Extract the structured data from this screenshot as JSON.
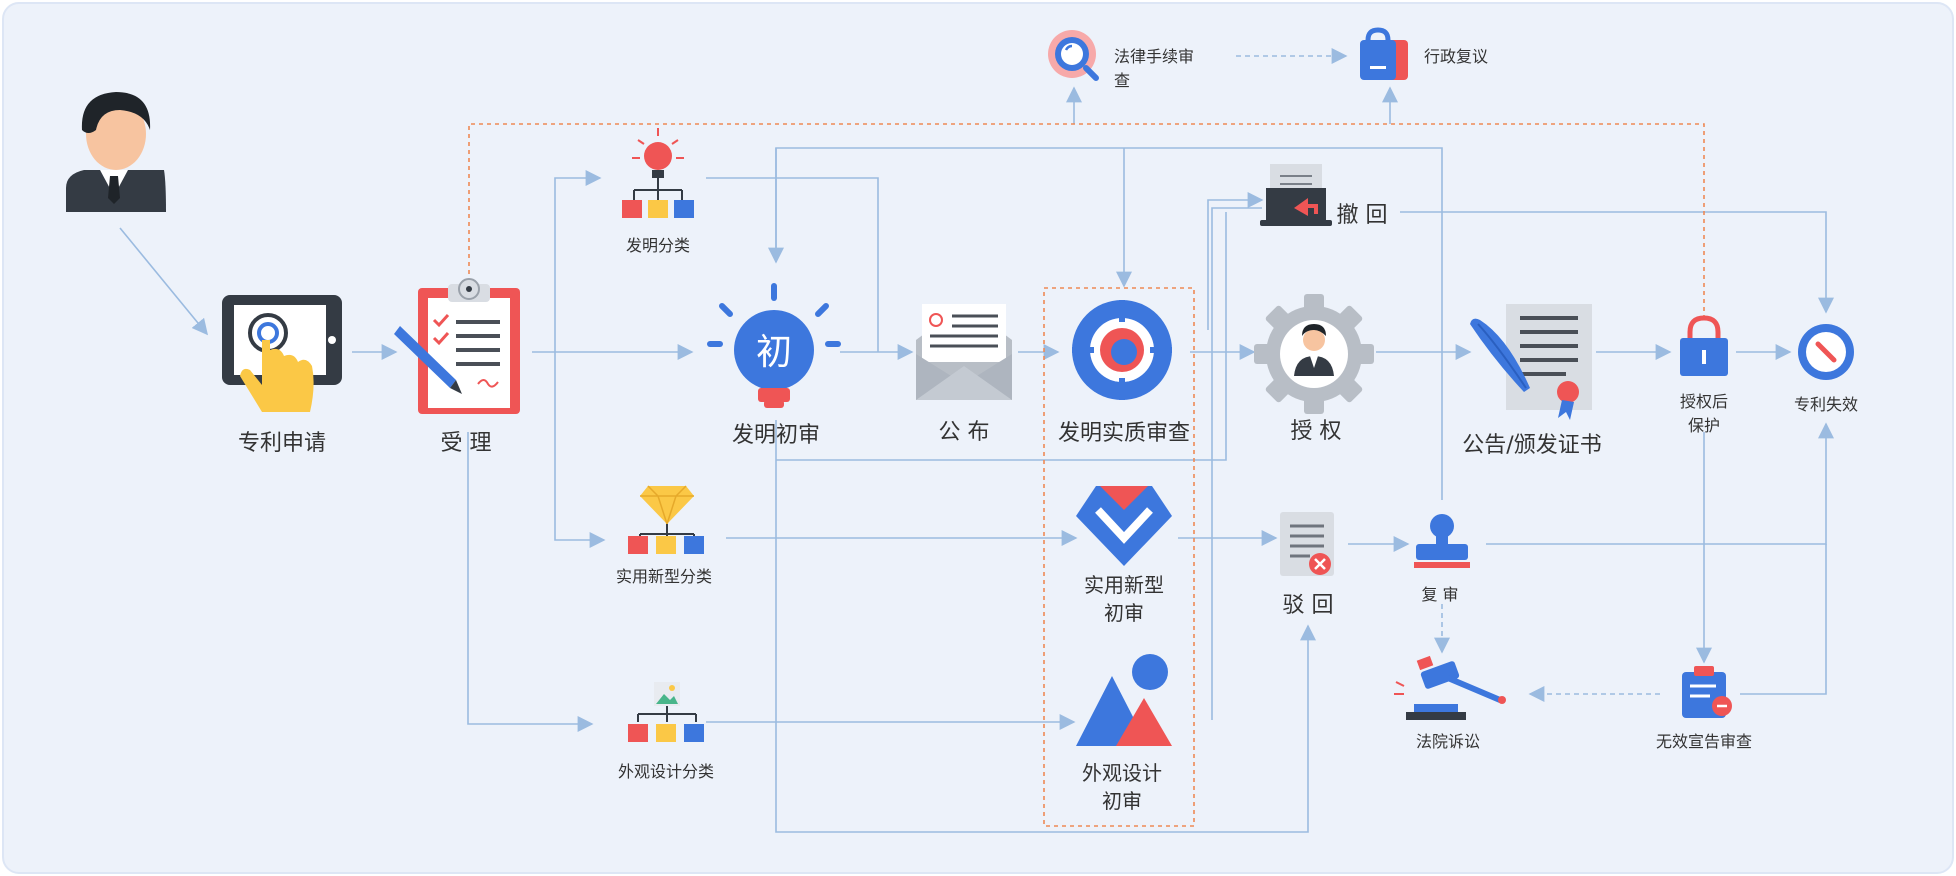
{
  "labels": {
    "apply": "专利申请",
    "accept": "受 理",
    "invention_classify": "发明分类",
    "utility_classify": "实用新型分类",
    "design_classify": "外观设计分类",
    "invention_prelim": "发明初审",
    "prelim_char": "初",
    "publish": "公 布",
    "substantive": "发明实质审查",
    "utility_prelim_1": "实用新型",
    "utility_prelim_2": "初审",
    "design_prelim_1": "外观设计",
    "design_prelim_2": "初审",
    "withdraw": "撤 回",
    "grant": "授 权",
    "announce": "公告/颁发证书",
    "protect_1": "授权后",
    "protect_2": "保护",
    "expire": "专利失效",
    "reject": "驳 回",
    "reexam": "复 审",
    "court": "法院诉讼",
    "invalidation": "无效宣告审查",
    "legal_review_1": "法律手续审",
    "legal_review_2": "查",
    "admin_review": "行政复议"
  },
  "colors": {
    "background": "#edf2fa",
    "border": "#dde6f5",
    "line": "#9bbbe0",
    "dashed": "#ee8a55",
    "blue": "#3d77dd",
    "red": "#ef5555",
    "yellow": "#fbc846",
    "dark": "#343b44",
    "gray": "#b8bec6"
  }
}
